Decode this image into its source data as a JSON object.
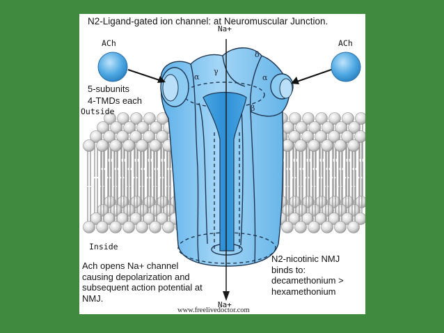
{
  "title": "N2-Ligand-gated ion channel: at Neuromuscular Junction.",
  "ion_top": "Na+",
  "ion_bottom": "Na+",
  "ligand_left": "ACh",
  "ligand_right": "ACh",
  "subunits_line1": "5-subunits",
  "subunits_line2": "4-TMDs each",
  "outside_label": "Outside",
  "inside_label": "Inside",
  "action_text": "Ach opens Na+ channel causing depolarization and subsequent action potential at NMJ.",
  "binds_text": "N2-nicotinic NMJ binds to: decamethonium > hexamethonium",
  "subunit_labels": {
    "alpha_left": "α",
    "gamma": "γ",
    "delta": "δ",
    "alpha_right": "α",
    "beta": "β"
  },
  "watermark": "www.freelivedoctor.com",
  "colors": {
    "background": "#3f8a3f",
    "panel": "#ffffff",
    "channel": "#7ec3ee",
    "ligand": "#4aa6e0",
    "lipid_head": "#d8d8d8"
  }
}
